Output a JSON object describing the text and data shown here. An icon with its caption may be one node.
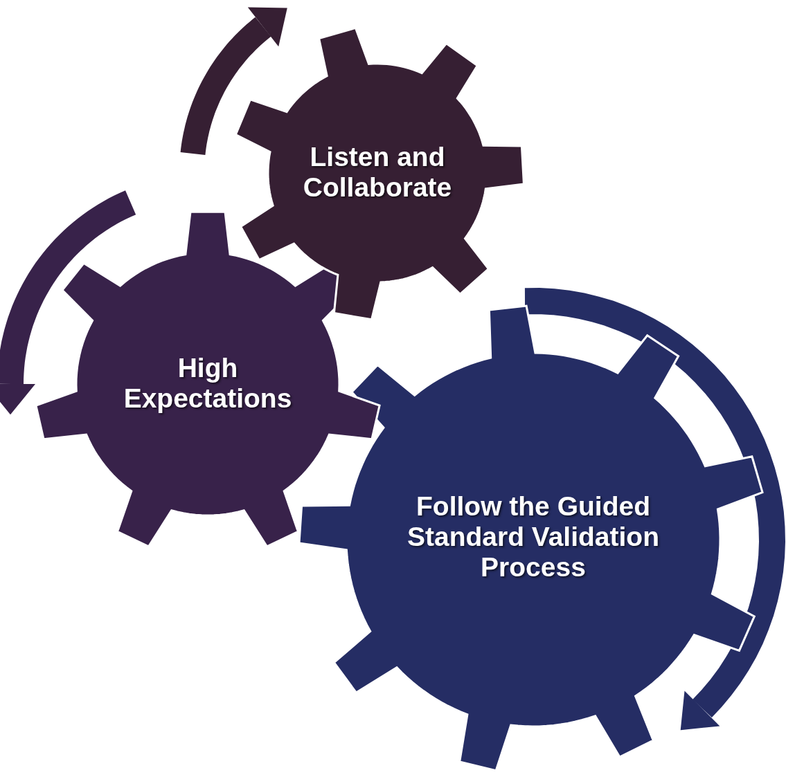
{
  "diagram": {
    "nodes": [
      {
        "text": [
          "Listen and Collaborate"
        ]
      },
      {
        "text": [
          "High Expectations"
        ]
      },
      {
        "text": [
          "Follow the Guided Standard Validation Process"
        ]
      }
    ]
  }
}
